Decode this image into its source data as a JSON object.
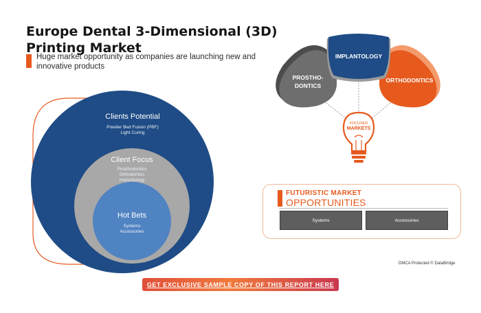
{
  "header": {
    "title": "Europe Dental 3-Dimensional (3D) Printing Market",
    "subtitle": "Huge market opportunity as companies are launching new and innovative products"
  },
  "circles": {
    "outer": {
      "title": "Clients Potential",
      "items": [
        "Powder Bed Fusion (PBF)",
        "Light Curing"
      ]
    },
    "middle": {
      "title": "Client Focus",
      "items": [
        "Prosthodontics",
        "Orthodontics",
        "Implantology"
      ]
    },
    "inner": {
      "title": "Hot Bets",
      "items": [
        "Systems",
        "Accessories"
      ]
    }
  },
  "focused_markets": {
    "petals": {
      "left": [
        "PROSTHO-",
        "DONTICS"
      ],
      "center": "IMPLANTOLOGY",
      "right": "ORTHODONTICS"
    },
    "bulb_label": [
      "FOCUSED",
      "MARKETS"
    ]
  },
  "futuristic": {
    "title_line1": "FUTURISTIC MARKET",
    "title_line2": "OPPORTUNITIES",
    "items": [
      "Systems",
      "Accessories"
    ]
  },
  "footer": {
    "dmca": "DMCA Protected © DataBridge",
    "cta": "GET EXCLUSIVE SAMPLE COPY OF THIS REPORT HERE"
  },
  "colors": {
    "accent": "#e65a1e",
    "navy": "#1f4c86",
    "gray": "#a8a8a8",
    "light_blue": "#4f83c2",
    "dark_gray": "#5e5e5e"
  }
}
